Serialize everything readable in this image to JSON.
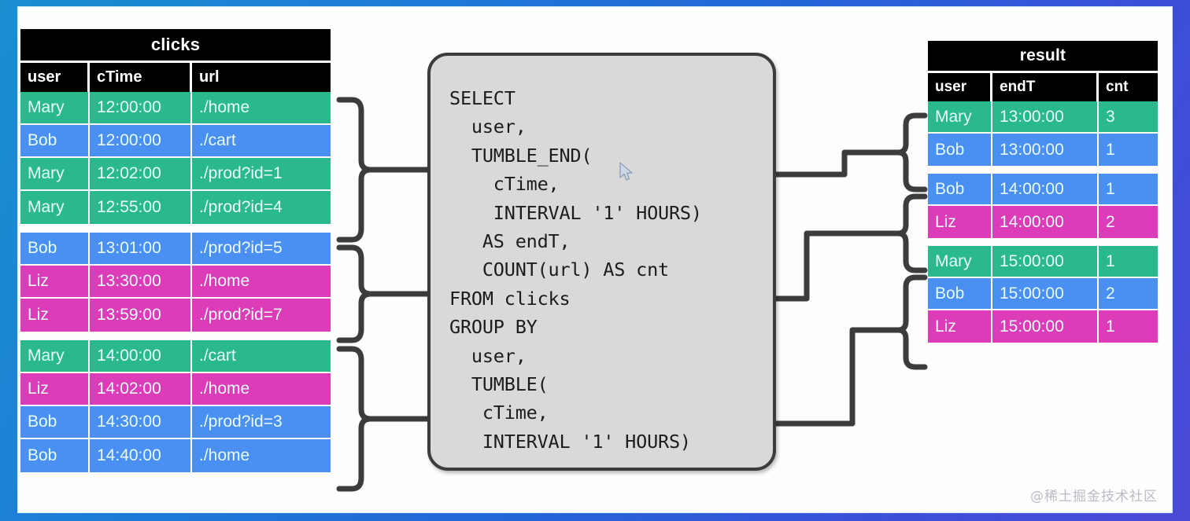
{
  "clicks": {
    "title": "clicks",
    "columns": [
      "user",
      "cTime",
      "url"
    ],
    "groups": [
      {
        "rows": [
          {
            "user": "Mary",
            "cTime": "12:00:00",
            "url": "./home",
            "color": "green"
          },
          {
            "user": "Bob",
            "cTime": "12:00:00",
            "url": "./cart",
            "color": "blue"
          },
          {
            "user": "Mary",
            "cTime": "12:02:00",
            "url": "./prod?id=1",
            "color": "green"
          },
          {
            "user": "Mary",
            "cTime": "12:55:00",
            "url": "./prod?id=4",
            "color": "green"
          }
        ]
      },
      {
        "rows": [
          {
            "user": "Bob",
            "cTime": "13:01:00",
            "url": "./prod?id=5",
            "color": "blue"
          },
          {
            "user": "Liz",
            "cTime": "13:30:00",
            "url": "./home",
            "color": "pink"
          },
          {
            "user": "Liz",
            "cTime": "13:59:00",
            "url": "./prod?id=7",
            "color": "pink"
          }
        ]
      },
      {
        "rows": [
          {
            "user": "Mary",
            "cTime": "14:00:00",
            "url": "./cart",
            "color": "green"
          },
          {
            "user": "Liz",
            "cTime": "14:02:00",
            "url": "./home",
            "color": "pink"
          },
          {
            "user": "Bob",
            "cTime": "14:30:00",
            "url": "./prod?id=3",
            "color": "blue"
          },
          {
            "user": "Bob",
            "cTime": "14:40:00",
            "url": "./home",
            "color": "blue"
          }
        ]
      }
    ]
  },
  "result": {
    "title": "result",
    "columns": [
      "user",
      "endT",
      "cnt"
    ],
    "groups": [
      {
        "rows": [
          {
            "user": "Mary",
            "endT": "13:00:00",
            "cnt": "3",
            "color": "green"
          },
          {
            "user": "Bob",
            "endT": "13:00:00",
            "cnt": "1",
            "color": "blue"
          }
        ]
      },
      {
        "rows": [
          {
            "user": "Bob",
            "endT": "14:00:00",
            "cnt": "1",
            "color": "blue"
          },
          {
            "user": "Liz",
            "endT": "14:00:00",
            "cnt": "2",
            "color": "pink"
          }
        ]
      },
      {
        "rows": [
          {
            "user": "Mary",
            "endT": "15:00:00",
            "cnt": "1",
            "color": "green"
          },
          {
            "user": "Bob",
            "endT": "15:00:00",
            "cnt": "2",
            "color": "blue"
          },
          {
            "user": "Liz",
            "endT": "15:00:00",
            "cnt": "1",
            "color": "pink"
          }
        ]
      }
    ]
  },
  "sql": {
    "code": "SELECT\n  user,\n  TUMBLE_END(\n    cTime,\n    INTERVAL '1' HOURS)\n   AS endT,\n   COUNT(url) AS cnt\nFROM clicks\nGROUP BY\n  user,\n  TUMBLE(\n   cTime,\n   INTERVAL '1' HOURS)"
  },
  "watermark": "@稀土掘金技术社区",
  "colors": {
    "green": "#29b98c",
    "blue": "#4a90f2",
    "pink": "#dc3cb8",
    "header": "#000000",
    "sql_bg": "#d9d9d9",
    "sql_border": "#3c3c3c",
    "frame_start": "#1a8fd0",
    "frame_end": "#4a49d6"
  }
}
